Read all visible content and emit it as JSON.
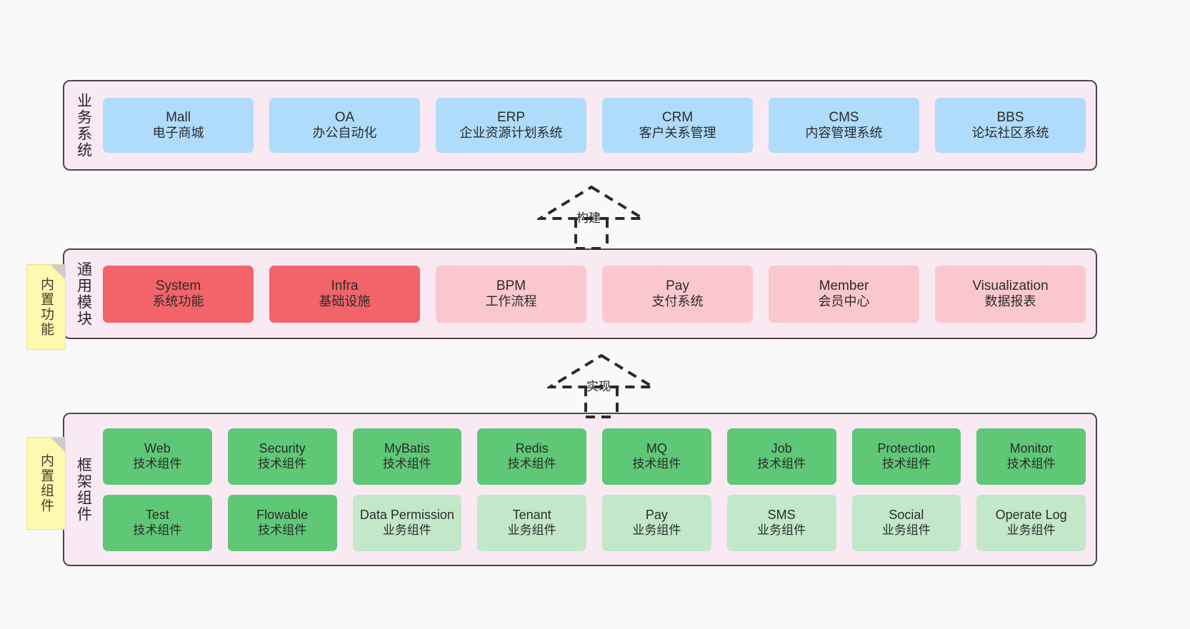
{
  "meta": {
    "background_color": "#f9f9f9",
    "layer_fill": "#f9e9f3",
    "layer_border": "#4d4351",
    "colors": {
      "blue": "#b0dcfb",
      "red": "#f2646a",
      "pink": "#fbc7ce",
      "green": "#5ec877",
      "light_green": "#c2e8c9",
      "note_yellow": "#fdfab0",
      "note_fold": "#cccccc"
    }
  },
  "layers": [
    {
      "id": "business-system",
      "title": "业务系统",
      "rows": [
        {
          "cards": [
            {
              "en": "Mall",
              "cn": "电子商城",
              "color": "blue"
            },
            {
              "en": "OA",
              "cn": "办公自动化",
              "color": "blue"
            },
            {
              "en": "ERP",
              "cn": "企业资源计划系统",
              "color": "blue"
            },
            {
              "en": "CRM",
              "cn": "客户关系管理",
              "color": "blue"
            },
            {
              "en": "CMS",
              "cn": "内容管理系统",
              "color": "blue"
            },
            {
              "en": "BBS",
              "cn": "论坛社区系统",
              "color": "blue"
            }
          ]
        }
      ]
    },
    {
      "id": "common-module",
      "title": "通用模块",
      "note": "内置功能",
      "rows": [
        {
          "cards": [
            {
              "en": "System",
              "cn": "系统功能",
              "color": "red"
            },
            {
              "en": "Infra",
              "cn": "基础设施",
              "color": "red"
            },
            {
              "en": "BPM",
              "cn": "工作流程",
              "color": "pink"
            },
            {
              "en": "Pay",
              "cn": "支付系统",
              "color": "pink"
            },
            {
              "en": "Member",
              "cn": "会员中心",
              "color": "pink"
            },
            {
              "en": "Visualization",
              "cn": "数据报表",
              "color": "pink"
            }
          ]
        }
      ]
    },
    {
      "id": "framework-component",
      "title": "框架组件",
      "note": "内置组件",
      "rows": [
        {
          "cards": [
            {
              "en": "Web",
              "cn": "技术组件",
              "color": "green"
            },
            {
              "en": "Security",
              "cn": "技术组件",
              "color": "green"
            },
            {
              "en": "MyBatis",
              "cn": "技术组件",
              "color": "green"
            },
            {
              "en": "Redis",
              "cn": "技术组件",
              "color": "green"
            },
            {
              "en": "MQ",
              "cn": "技术组件",
              "color": "green"
            },
            {
              "en": "Job",
              "cn": "技术组件",
              "color": "green"
            },
            {
              "en": "Protection",
              "cn": "技术组件",
              "color": "green"
            },
            {
              "en": "Monitor",
              "cn": "技术组件",
              "color": "green"
            }
          ]
        },
        {
          "cards": [
            {
              "en": "Test",
              "cn": "技术组件",
              "color": "green"
            },
            {
              "en": "Flowable",
              "cn": "技术组件",
              "color": "green"
            },
            {
              "en": "Data Permission",
              "cn": "业务组件",
              "color": "light_green"
            },
            {
              "en": "Tenant",
              "cn": "业务组件",
              "color": "light_green"
            },
            {
              "en": "Pay",
              "cn": "业务组件",
              "color": "light_green"
            },
            {
              "en": "SMS",
              "cn": "业务组件",
              "color": "light_green"
            },
            {
              "en": "Social",
              "cn": "业务组件",
              "color": "light_green"
            },
            {
              "en": "Operate Log",
              "cn": "业务组件",
              "color": "light_green"
            }
          ]
        }
      ]
    }
  ],
  "connectors": [
    {
      "id": "build",
      "label": "构建"
    },
    {
      "id": "implement",
      "label": "实现"
    }
  ]
}
